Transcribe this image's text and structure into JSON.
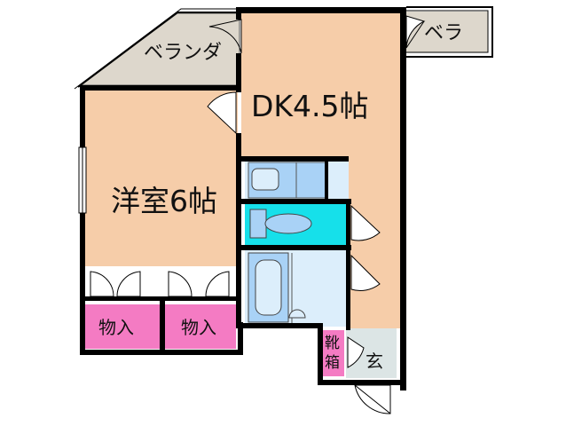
{
  "rooms": {
    "dk": "DK4.5帖",
    "western": "洋室6帖",
    "closet_left": "物入",
    "closet_right": "物入",
    "balcony": "ベランダ",
    "balcony_small": "ベラ",
    "shoe_box_top": "靴",
    "shoe_box_bottom": "箱",
    "entrance": "玄"
  },
  "colors": {
    "room_floor": "#F6CDA9",
    "balcony": "#DDD7CC",
    "storage": "#F47BC3",
    "toilet": "#16E0EA",
    "water": "#DCEEFB",
    "fixture": "#A9D2F6",
    "wall": "#000000"
  }
}
